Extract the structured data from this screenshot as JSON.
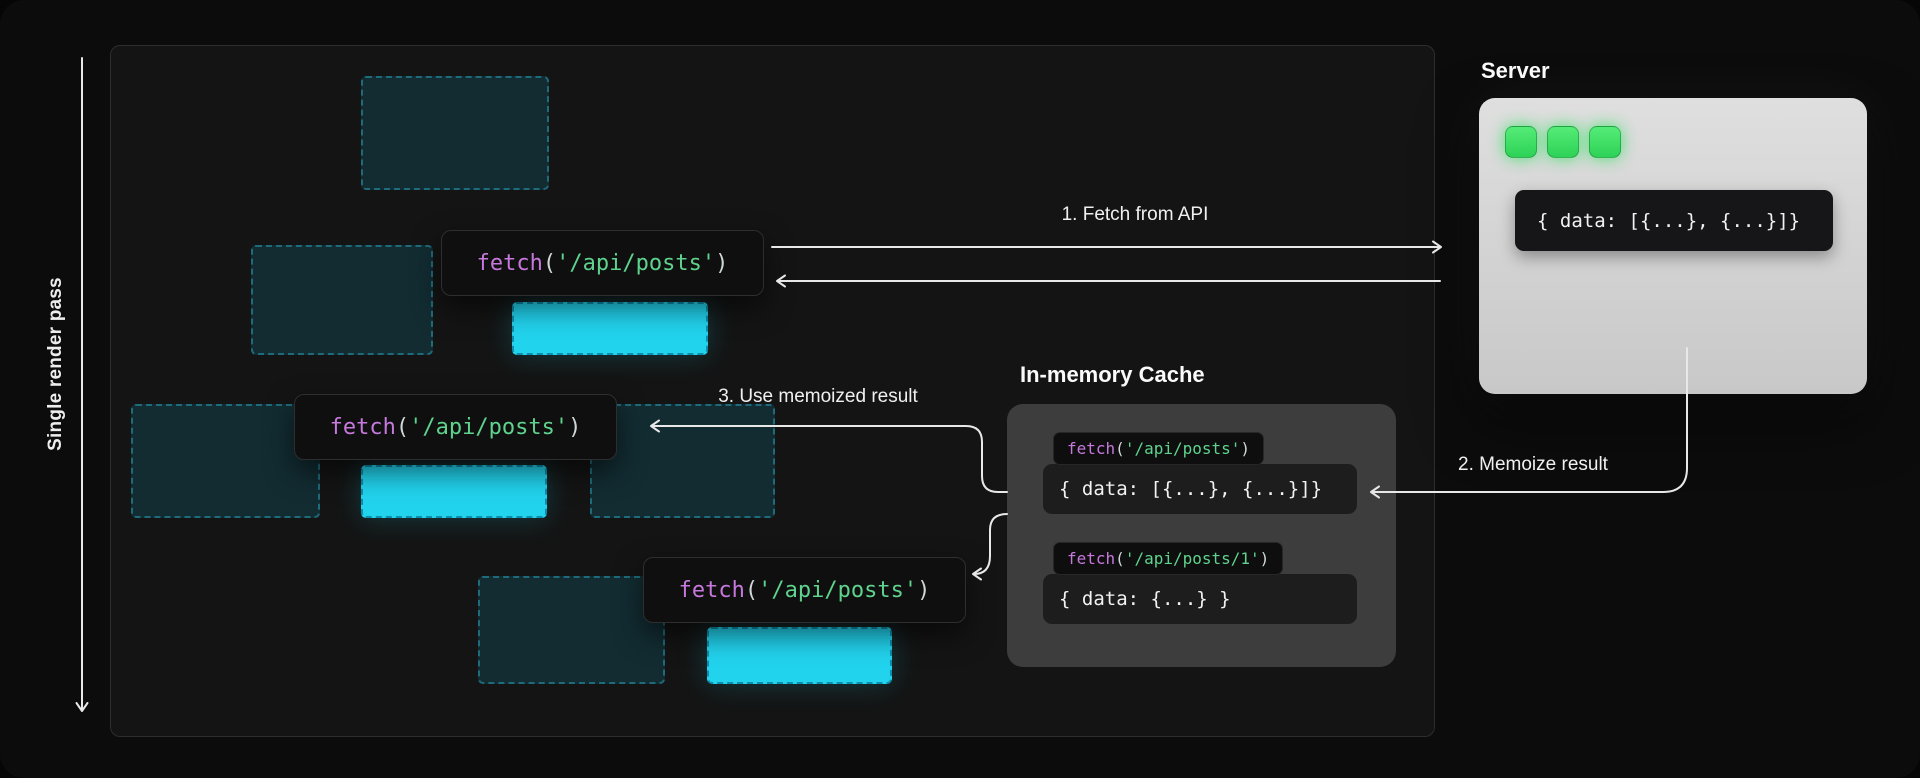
{
  "left_axis": {
    "label": "Single render pass"
  },
  "fetch_calls": [
    {
      "keyword": "fetch",
      "open": "(",
      "arg": "'/api/posts'",
      "close": ")"
    },
    {
      "keyword": "fetch",
      "open": "(",
      "arg": "'/api/posts'",
      "close": ")"
    },
    {
      "keyword": "fetch",
      "open": "(",
      "arg": "'/api/posts'",
      "close": ")"
    }
  ],
  "labels": {
    "fetch_from_api": "1. Fetch from API",
    "memoize_result": "2. Memoize result",
    "use_memoized": "3. Use memoized result"
  },
  "server": {
    "title": "Server",
    "response": "{ data: [{...}, {...}]}"
  },
  "cache": {
    "title": "In-memory Cache",
    "entries": [
      {
        "key": {
          "keyword": "fetch",
          "open": "(",
          "arg": "'/api/posts'",
          "close": ")"
        },
        "value": "{ data: [{...}, {...}]}"
      },
      {
        "key": {
          "keyword": "fetch",
          "open": "(",
          "arg": "'/api/posts/1'",
          "close": ")"
        },
        "value": "{ data: {...} }"
      }
    ]
  },
  "colors": {
    "accent_cyan": "#22d3ee",
    "teal_dashed_border": "#1e6b7b",
    "keyword_purple": "#c678dd",
    "string_green": "#5fd38d",
    "led_green": "#3ee06a",
    "arrow_white": "#e8e8e8",
    "server_panel_gray": "#d4d4d4"
  }
}
